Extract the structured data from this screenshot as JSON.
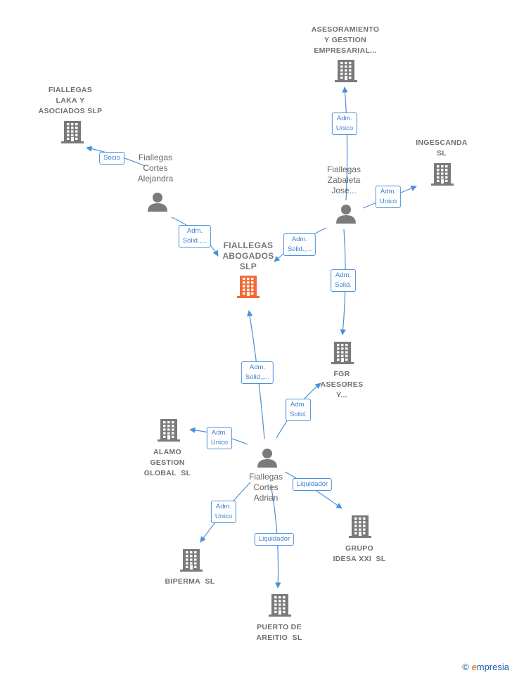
{
  "nodes": [
    {
      "id": "main",
      "type": "main",
      "label": [
        "FIALLEGAS",
        "ABOGADOS",
        "SLP"
      ]
    },
    {
      "id": "laka",
      "type": "company",
      "label": [
        "FIALLEGAS",
        "LAKA Y",
        "ASOCIADOS SLP"
      ]
    },
    {
      "id": "asesoramiento",
      "type": "company",
      "label": [
        "ASESORAMIENTO",
        "Y GESTION",
        "EMPRESARIAL..."
      ]
    },
    {
      "id": "ingescanda",
      "type": "company",
      "label": [
        "INGESCANDA",
        "SL"
      ]
    },
    {
      "id": "fgr",
      "type": "company",
      "label": [
        "FGR",
        "ASESORES",
        "Y..."
      ]
    },
    {
      "id": "alamo",
      "type": "company",
      "label": [
        "ALAMO",
        "GESTION",
        "GLOBAL  SL"
      ]
    },
    {
      "id": "grupo",
      "type": "company",
      "label": [
        "GRUPO",
        "IDESA XXI  SL"
      ]
    },
    {
      "id": "biperma",
      "type": "company",
      "label": [
        "BIPERMA  SL"
      ]
    },
    {
      "id": "puerto",
      "type": "company",
      "label": [
        "PUERTO DE",
        "AREITIO  SL"
      ]
    },
    {
      "id": "alejandra",
      "type": "person",
      "label": [
        "Fiallegas",
        "Cortes",
        "Alejandra"
      ]
    },
    {
      "id": "jose",
      "type": "person",
      "label": [
        "Fiallegas",
        "Zabaleta",
        "Jose..."
      ]
    },
    {
      "id": "adrian",
      "type": "person",
      "label": [
        "Fiallegas",
        "Cortes",
        "Adrian"
      ]
    }
  ],
  "edges": [
    {
      "from": "alejandra",
      "to": "laka",
      "label": [
        "Socio"
      ]
    },
    {
      "from": "alejandra",
      "to": "main",
      "label": [
        "Adm.",
        "Solid.,..."
      ]
    },
    {
      "from": "jose",
      "to": "asesoramiento",
      "label": [
        "Adm.",
        "Unico"
      ]
    },
    {
      "from": "jose",
      "to": "ingescanda",
      "label": [
        "Adm.",
        "Unico"
      ]
    },
    {
      "from": "jose",
      "to": "main",
      "label": [
        "Adm.",
        "Solid.,..."
      ]
    },
    {
      "from": "jose",
      "to": "fgr",
      "label": [
        "Adm.",
        "Solid."
      ]
    },
    {
      "from": "adrian",
      "to": "main",
      "label": [
        "Adm.",
        "Solid.,..."
      ]
    },
    {
      "from": "adrian",
      "to": "fgr",
      "label": [
        "Adm.",
        "Solid."
      ]
    },
    {
      "from": "adrian",
      "to": "alamo",
      "label": [
        "Adm.",
        "Unico"
      ]
    },
    {
      "from": "adrian",
      "to": "grupo",
      "label": [
        "Liquidador"
      ]
    },
    {
      "from": "adrian",
      "to": "biperma",
      "label": [
        "Adm.",
        "Unico"
      ]
    },
    {
      "from": "adrian",
      "to": "puerto",
      "label": [
        "Liquidador"
      ]
    }
  ],
  "colors": {
    "accent": "#f26a36",
    "icon": "#7a7a7a",
    "edge": "#4a90d9",
    "text": "#6f6f6f"
  },
  "watermark": {
    "symbol": "©",
    "brand_initial": "e",
    "brand_rest": "mpresia"
  }
}
